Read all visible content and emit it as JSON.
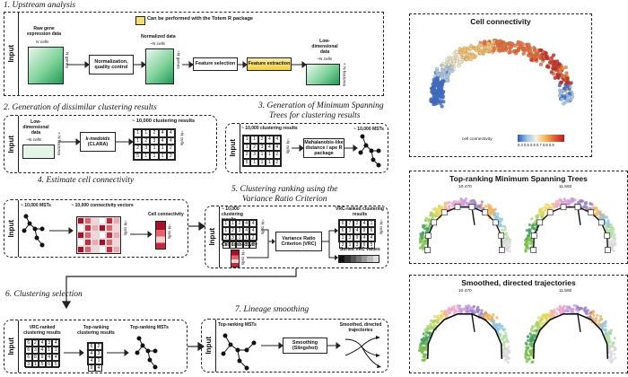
{
  "sections": {
    "s1": "1. Upstream analysis",
    "s2": "2. Generation of dissimilar clustering results",
    "s3a": "3. Generation of Minimum Spanning",
    "s3b": "Trees for clustering results",
    "s4": "4. Estimate cell connectivity",
    "s5a": "5. Clustering ranking using the",
    "s5b": "Variance Ratio Criterion",
    "s6": "6. Clustering selection",
    "s7": "7. Lineage smoothing"
  },
  "input_label": "Input",
  "legend_totem": "Can be performed with the Totem R package",
  "upstream": {
    "raw": "Raw gene expression data",
    "n_cells": "N cells",
    "n_genes": "N genes",
    "normalization": "Normalization, quality control",
    "normalized": "Normalized data",
    "approx_n_cells": "~N cells",
    "approx_n_genes": "~N genes",
    "feature_selection": "Feature selection",
    "feature_extraction": "Feature extraction",
    "lowdim": "Low-dimensional data",
    "n_features": "< N features"
  },
  "gen": {
    "lowdim": "Low-dimensional data",
    "approx_n_cells": "~N cells",
    "n_features": "< N features",
    "kmedoids_a": "k-medoids",
    "kmedoids_b": "(CLARA)",
    "clustering_results": "~ 10,000 clustering results",
    "cells": "~N cells"
  },
  "mst": {
    "clustering_results": "~ 10,000 clustering results",
    "mahalanobis": "Mahalanobis-like distance / ape R package",
    "msts": "~ 10,000 MSTs",
    "cells": "~N cells"
  },
  "conn": {
    "msts": "~ 10,000 MSTs",
    "vectors": "~ 10,000 connectivity vectors",
    "cell_connectivity": "Cell connectivity",
    "cells": "~N cells"
  },
  "vrc": {
    "clustering_results": "~ 10,000 clustering results",
    "cell_connectivity": "Cell connectivity",
    "vrc_box": "Variance Ratio Criterion (VRC)",
    "vrc_ranked": "VRC-ranked clustering results",
    "sorted_vrc": "Sorted VRC values",
    "cells": "~N cells"
  },
  "sel": {
    "vrc_ranked": "VRC-ranked clustering results",
    "top_ranking": "Top-ranking clustering results",
    "top_msts": "Top-ranking MSTs"
  },
  "smooth": {
    "top_msts": "Top-ranking MSTs",
    "smoothing": "Smoothing (Slingshot)",
    "smoothed": "Smoothed, directed trajectories"
  },
  "grids": {
    "g2": [
      "1",
      "1",
      "2",
      "4",
      "4",
      "1",
      "2",
      "3",
      "4",
      "4",
      "2",
      "3",
      "1",
      "1",
      "2",
      "5",
      "1",
      "1",
      "1",
      "2"
    ],
    "g3": [
      "1",
      "1",
      "2",
      "4",
      "4",
      "1",
      "2",
      "3",
      "4",
      "4",
      "2",
      "3",
      "1",
      "1",
      "2",
      "5",
      "1",
      "1",
      "1",
      "2"
    ],
    "g5": [
      "1",
      "1",
      "2",
      "4",
      "4",
      "1",
      "2",
      "3",
      "4",
      "4",
      "2",
      "3",
      "1",
      "1",
      "2",
      "5",
      "1",
      "1",
      "1",
      "2"
    ],
    "g5r": [
      "6",
      "7",
      "2",
      "4",
      "1",
      "6",
      "3",
      "4",
      "9",
      "6",
      "1",
      "3",
      "9",
      "4",
      "4",
      "3",
      "1",
      "3",
      "6",
      "5"
    ],
    "g6": [
      "6",
      "2",
      "4",
      "3",
      "4",
      "6",
      "3",
      "4",
      "1",
      "1",
      "6",
      "8",
      "9",
      "4",
      "4",
      "3",
      "1",
      "5",
      "6",
      "5"
    ],
    "g6t": [
      "6",
      "2",
      "4",
      "3",
      "4",
      "1",
      "9",
      "4"
    ]
  },
  "right": {
    "cell_connectivity_title": "Cell connectivity",
    "legend_label": "cell connectivity",
    "legend_ticks": "0.4 0.5 0.6 0.7 0.8 0.9",
    "mst_title": "Top-ranking Minimum Spanning Trees",
    "traj_title": "Smoothed, directed trajectories",
    "score_left": "10.470",
    "score_right": "11.592"
  },
  "colors": {
    "totem_yellow": "#f6df6a",
    "heat_dark": "#a8102a",
    "heat_light": "#f7d3d6"
  }
}
